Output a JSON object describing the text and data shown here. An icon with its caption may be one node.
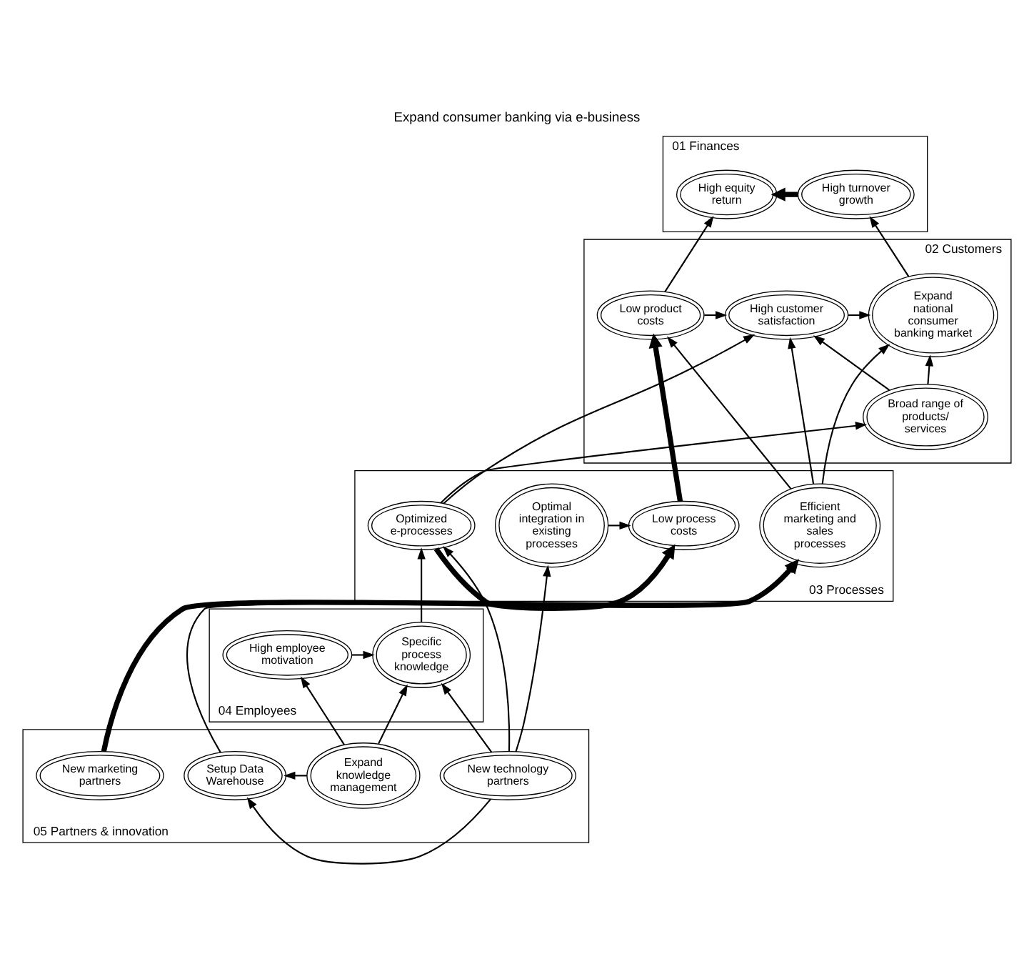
{
  "diagram": {
    "title": "Expand consumer banking via e-business",
    "nodes": [
      {
        "text": [
          "01 Finances"
        ]
      },
      {
        "text": [
          "High turnover growth"
        ],
        "in": 0
      },
      {
        "text": [
          "High equity return"
        ],
        "in": 0
      },
      {
        "text": [
          "02 Customers"
        ]
      },
      {
        "text": [
          "Expand national consumer banking market"
        ],
        "in": 3
      },
      {
        "text": [
          "High customer satisfaction"
        ],
        "in": 3
      },
      {
        "text": [
          "Low product costs"
        ],
        "in": 3
      },
      {
        "text": [
          "Broad range of products/ services"
        ],
        "in": 3
      },
      {
        "text": [
          "03 Processes"
        ]
      },
      {
        "text": [
          "Low process costs"
        ],
        "in": 8
      },
      {
        "text": [
          "Efficient marketing and sales processes"
        ],
        "in": 8
      },
      {
        "text": [
          "Optimized e-processes"
        ],
        "in": 8
      },
      {
        "text": [
          "Optimal integration in existing processes"
        ],
        "in": 8
      },
      {
        "text": [
          "04 Employees"
        ]
      },
      {
        "text": [
          "High employee motivation"
        ],
        "in": 13
      },
      {
        "text": [
          "Specific process knowledge"
        ],
        "in": 13
      },
      {
        "text": [
          "05 Partners & innovation"
        ]
      },
      {
        "text": [
          "New marketing partners"
        ],
        "in": 16
      },
      {
        "text": [
          "Setup Data Warehouse"
        ],
        "in": 16
      },
      {
        "text": [
          "Expand knowledge management"
        ],
        "in": 16
      },
      {
        "text": [
          "New technology partners"
        ],
        "in": 16
      }
    ],
    "edges": [
      {
        "from": 1,
        "to": 2,
        "arrow": "to",
        "style": "thick"
      },
      {
        "from": 4,
        "to": 1,
        "arrow": "to"
      },
      {
        "from": 6,
        "to": 2,
        "arrow": "to"
      },
      {
        "from": 5,
        "to": 4,
        "arrow": "to"
      },
      {
        "from": 6,
        "to": 5,
        "arrow": "to"
      },
      {
        "from": 7,
        "to": 4,
        "arrow": "to"
      },
      {
        "from": 7,
        "to": 5,
        "arrow": "to"
      },
      {
        "from": 10,
        "to": 4,
        "arrow": "to"
      },
      {
        "from": 10,
        "to": 5,
        "arrow": "to"
      },
      {
        "from": 10,
        "to": 6,
        "arrow": "to"
      },
      {
        "from": 11,
        "to": 7,
        "arrow": "to"
      },
      {
        "from": 11,
        "to": 5,
        "arrow": "to"
      },
      {
        "from": 11,
        "to": 9,
        "arrow": "to",
        "style": "thick"
      },
      {
        "from": 9,
        "to": 6,
        "arrow": "to",
        "style": "thick"
      },
      {
        "from": 12,
        "to": 9,
        "arrow": "to"
      },
      {
        "from": 14,
        "to": 15,
        "arrow": "to"
      },
      {
        "from": 15,
        "to": 11,
        "arrow": "to"
      },
      {
        "from": 17,
        "to": 10,
        "arrow": "to",
        "style": "thick"
      },
      {
        "from": 18,
        "to": 10,
        "arrow": "to"
      },
      {
        "from": 19,
        "to": 18,
        "arrow": "to"
      },
      {
        "from": 20,
        "to": 18,
        "arrow": "to"
      },
      {
        "from": 19,
        "to": 15,
        "arrow": "to"
      },
      {
        "from": 19,
        "to": 14,
        "arrow": "to"
      },
      {
        "from": 20,
        "to": 15,
        "arrow": "to"
      },
      {
        "from": 20,
        "to": 11,
        "arrow": "to"
      },
      {
        "from": 20,
        "to": 12,
        "arrow": "to"
      }
    ]
  }
}
